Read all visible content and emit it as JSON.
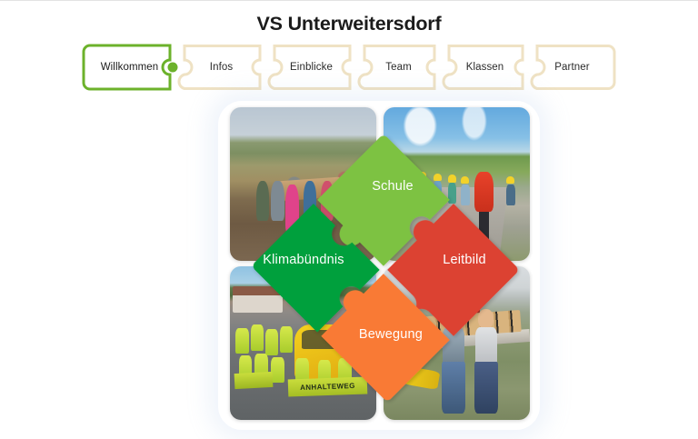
{
  "page": {
    "title": "VS Unterweitersdorf",
    "background_color": "#ffffff"
  },
  "nav": {
    "active_index": 0,
    "active_color": "#6CB22B",
    "inactive_color": "#EFE2C4",
    "tabs": [
      {
        "label": "Willkommen",
        "active": true
      },
      {
        "label": "Infos",
        "active": false
      },
      {
        "label": "Einblicke",
        "active": false
      },
      {
        "label": "Team",
        "active": false
      },
      {
        "label": "Klassen",
        "active": false
      },
      {
        "label": "Partner",
        "active": false
      }
    ]
  },
  "puzzle": {
    "pieces": [
      {
        "id": "schule",
        "label": "Schule",
        "color": "#7DC242",
        "position": "top"
      },
      {
        "id": "leitbild",
        "label": "Leitbild",
        "color": "#DC4332",
        "position": "right"
      },
      {
        "id": "bewegung",
        "label": "Bewegung",
        "color": "#F97A36",
        "position": "bottom"
      },
      {
        "id": "klimabuendnis",
        "label": "Klimabündnis",
        "color": "#00A03C",
        "position": "left"
      }
    ],
    "label_color": "#ffffff",
    "gap_color": "#ffffff"
  },
  "photos": [
    {
      "id": "photo-top-left",
      "alt": "Kinder an einem Holztisch auf dem Feld im Herbst"
    },
    {
      "id": "photo-top-right",
      "alt": "Wandergruppe mit gelben Kappen auf einem Feldweg"
    },
    {
      "id": "photo-bottom-left",
      "alt": "Kinder in Warnwesten mit Anhalteweg-Schild und gelbem Auto",
      "sign_text": "ANHALTEWEG"
    },
    {
      "id": "photo-bottom-right",
      "alt": "Zwei Kinder bauen mit Holzbausteinen am Spielplatz"
    }
  ]
}
